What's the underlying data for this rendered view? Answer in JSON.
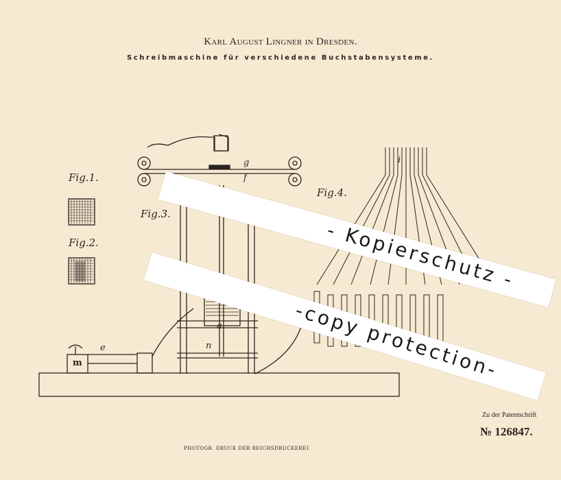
{
  "header": {
    "title": "Karl August Lingner in Dresden.",
    "subtitle": "Schreibmaschine für verschiedene Buchstabensysteme."
  },
  "figures": {
    "fig1": "Fig.1.",
    "fig2": "Fig.2.",
    "fig3": "Fig.3.",
    "fig4": "Fig.4."
  },
  "labels": {
    "g": "g",
    "f": "f",
    "a": "a",
    "n": "n",
    "e": "e",
    "m": "m",
    "i": "i"
  },
  "footer": {
    "zu": "Zu der Patentschrift",
    "number": "№ 126847.",
    "print": "PHOTOGR. DRUCK DER REICHSDRUCKEREI"
  },
  "watermark": {
    "line1": "- Kopierschutz -",
    "line2": "-copy protection-"
  }
}
